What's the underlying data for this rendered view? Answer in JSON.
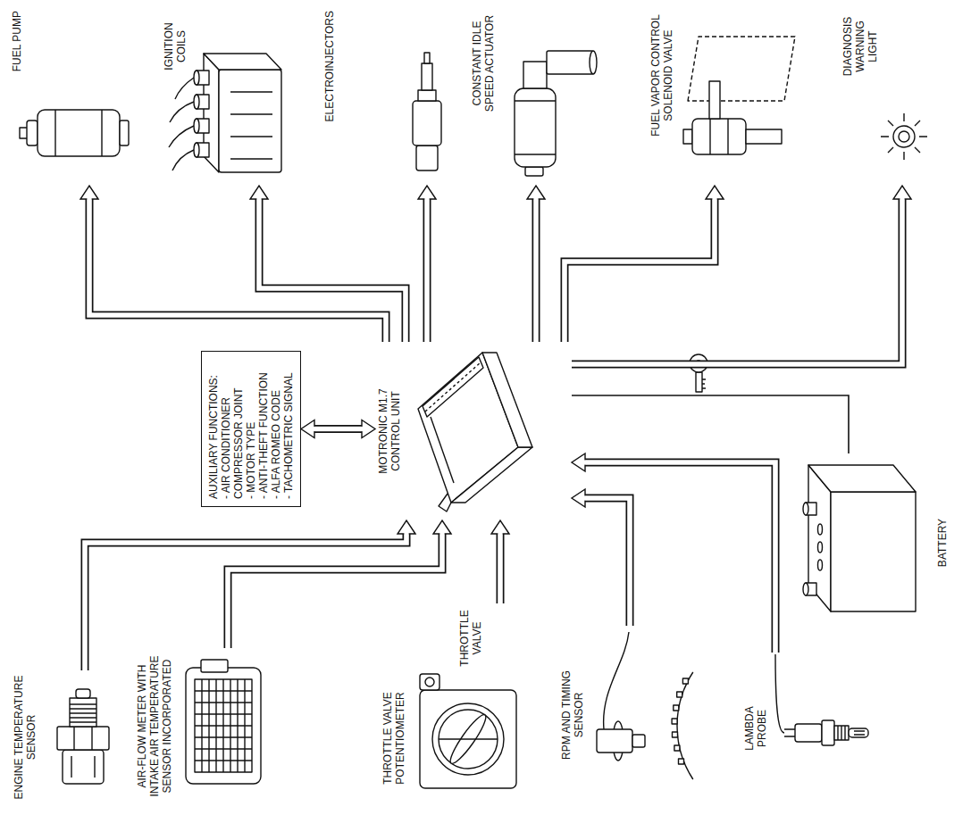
{
  "diagram": {
    "nodes": [
      {
        "text": [
          "ENGINE TEMPERATURE SENSOR"
        ]
      },
      {
        "text": [
          "AIR-FLOW METER WITH INTAKE AIR TEMPERATURE SENSOR INCORPORATED"
        ]
      },
      {
        "text": [
          "THROTTLE VALVE POTENTIOMETER",
          "THROTTLE VALVE"
        ]
      },
      {
        "text": [
          "RPM AND TIMING SENSOR"
        ]
      },
      {
        "text": [
          "LAMBDA PROBE"
        ]
      },
      {
        "text": [
          "AUXILIARY FUNCTIONS:",
          "- AIR CONDITIONER COMPRESSOR JOINT",
          "- MOTOR TYPE",
          "- ANTI-THEFT FUNCTION",
          "- ALFA ROMEO CODE",
          "- TACHOMETRIC SIGNAL"
        ]
      },
      {
        "text": [
          "MOTRONIC M1.7 CONTROL UNIT"
        ]
      },
      {
        "text": [
          "FUEL PUMP"
        ]
      },
      {
        "text": [
          "IGNITION COILS"
        ]
      },
      {
        "text": [
          "ELECTROINJECTORS"
        ]
      },
      {
        "text": [
          "CONSTANT IDLE SPEED ACTUATOR"
        ]
      },
      {
        "text": [
          "FUEL VAPOR CONTROL SOLENOID VALVE"
        ]
      },
      {
        "text": [
          "DIAGNOSIS WARNING LIGHT"
        ]
      },
      {
        "text": [
          "BATTERY"
        ]
      }
    ],
    "edges": [
      {
        "from": 0,
        "to": 6,
        "arrow": "to"
      },
      {
        "from": 1,
        "to": 6,
        "arrow": "to"
      },
      {
        "from": 2,
        "to": 6,
        "arrow": "to"
      },
      {
        "from": 3,
        "to": 6,
        "arrow": "to"
      },
      {
        "from": 4,
        "to": 6,
        "arrow": "to"
      },
      {
        "from": 5,
        "to": 6,
        "arrow": "both"
      },
      {
        "from": 6,
        "to": 7,
        "arrow": "to"
      },
      {
        "from": 6,
        "to": 8,
        "arrow": "to"
      },
      {
        "from": 6,
        "to": 9,
        "arrow": "to"
      },
      {
        "from": 6,
        "to": 10,
        "arrow": "to"
      },
      {
        "from": 6,
        "to": 11,
        "arrow": "to"
      },
      {
        "from": 6,
        "to": 12,
        "arrow": "to"
      },
      {
        "from": 6,
        "to": 13,
        "arrow": "none"
      }
    ]
  }
}
